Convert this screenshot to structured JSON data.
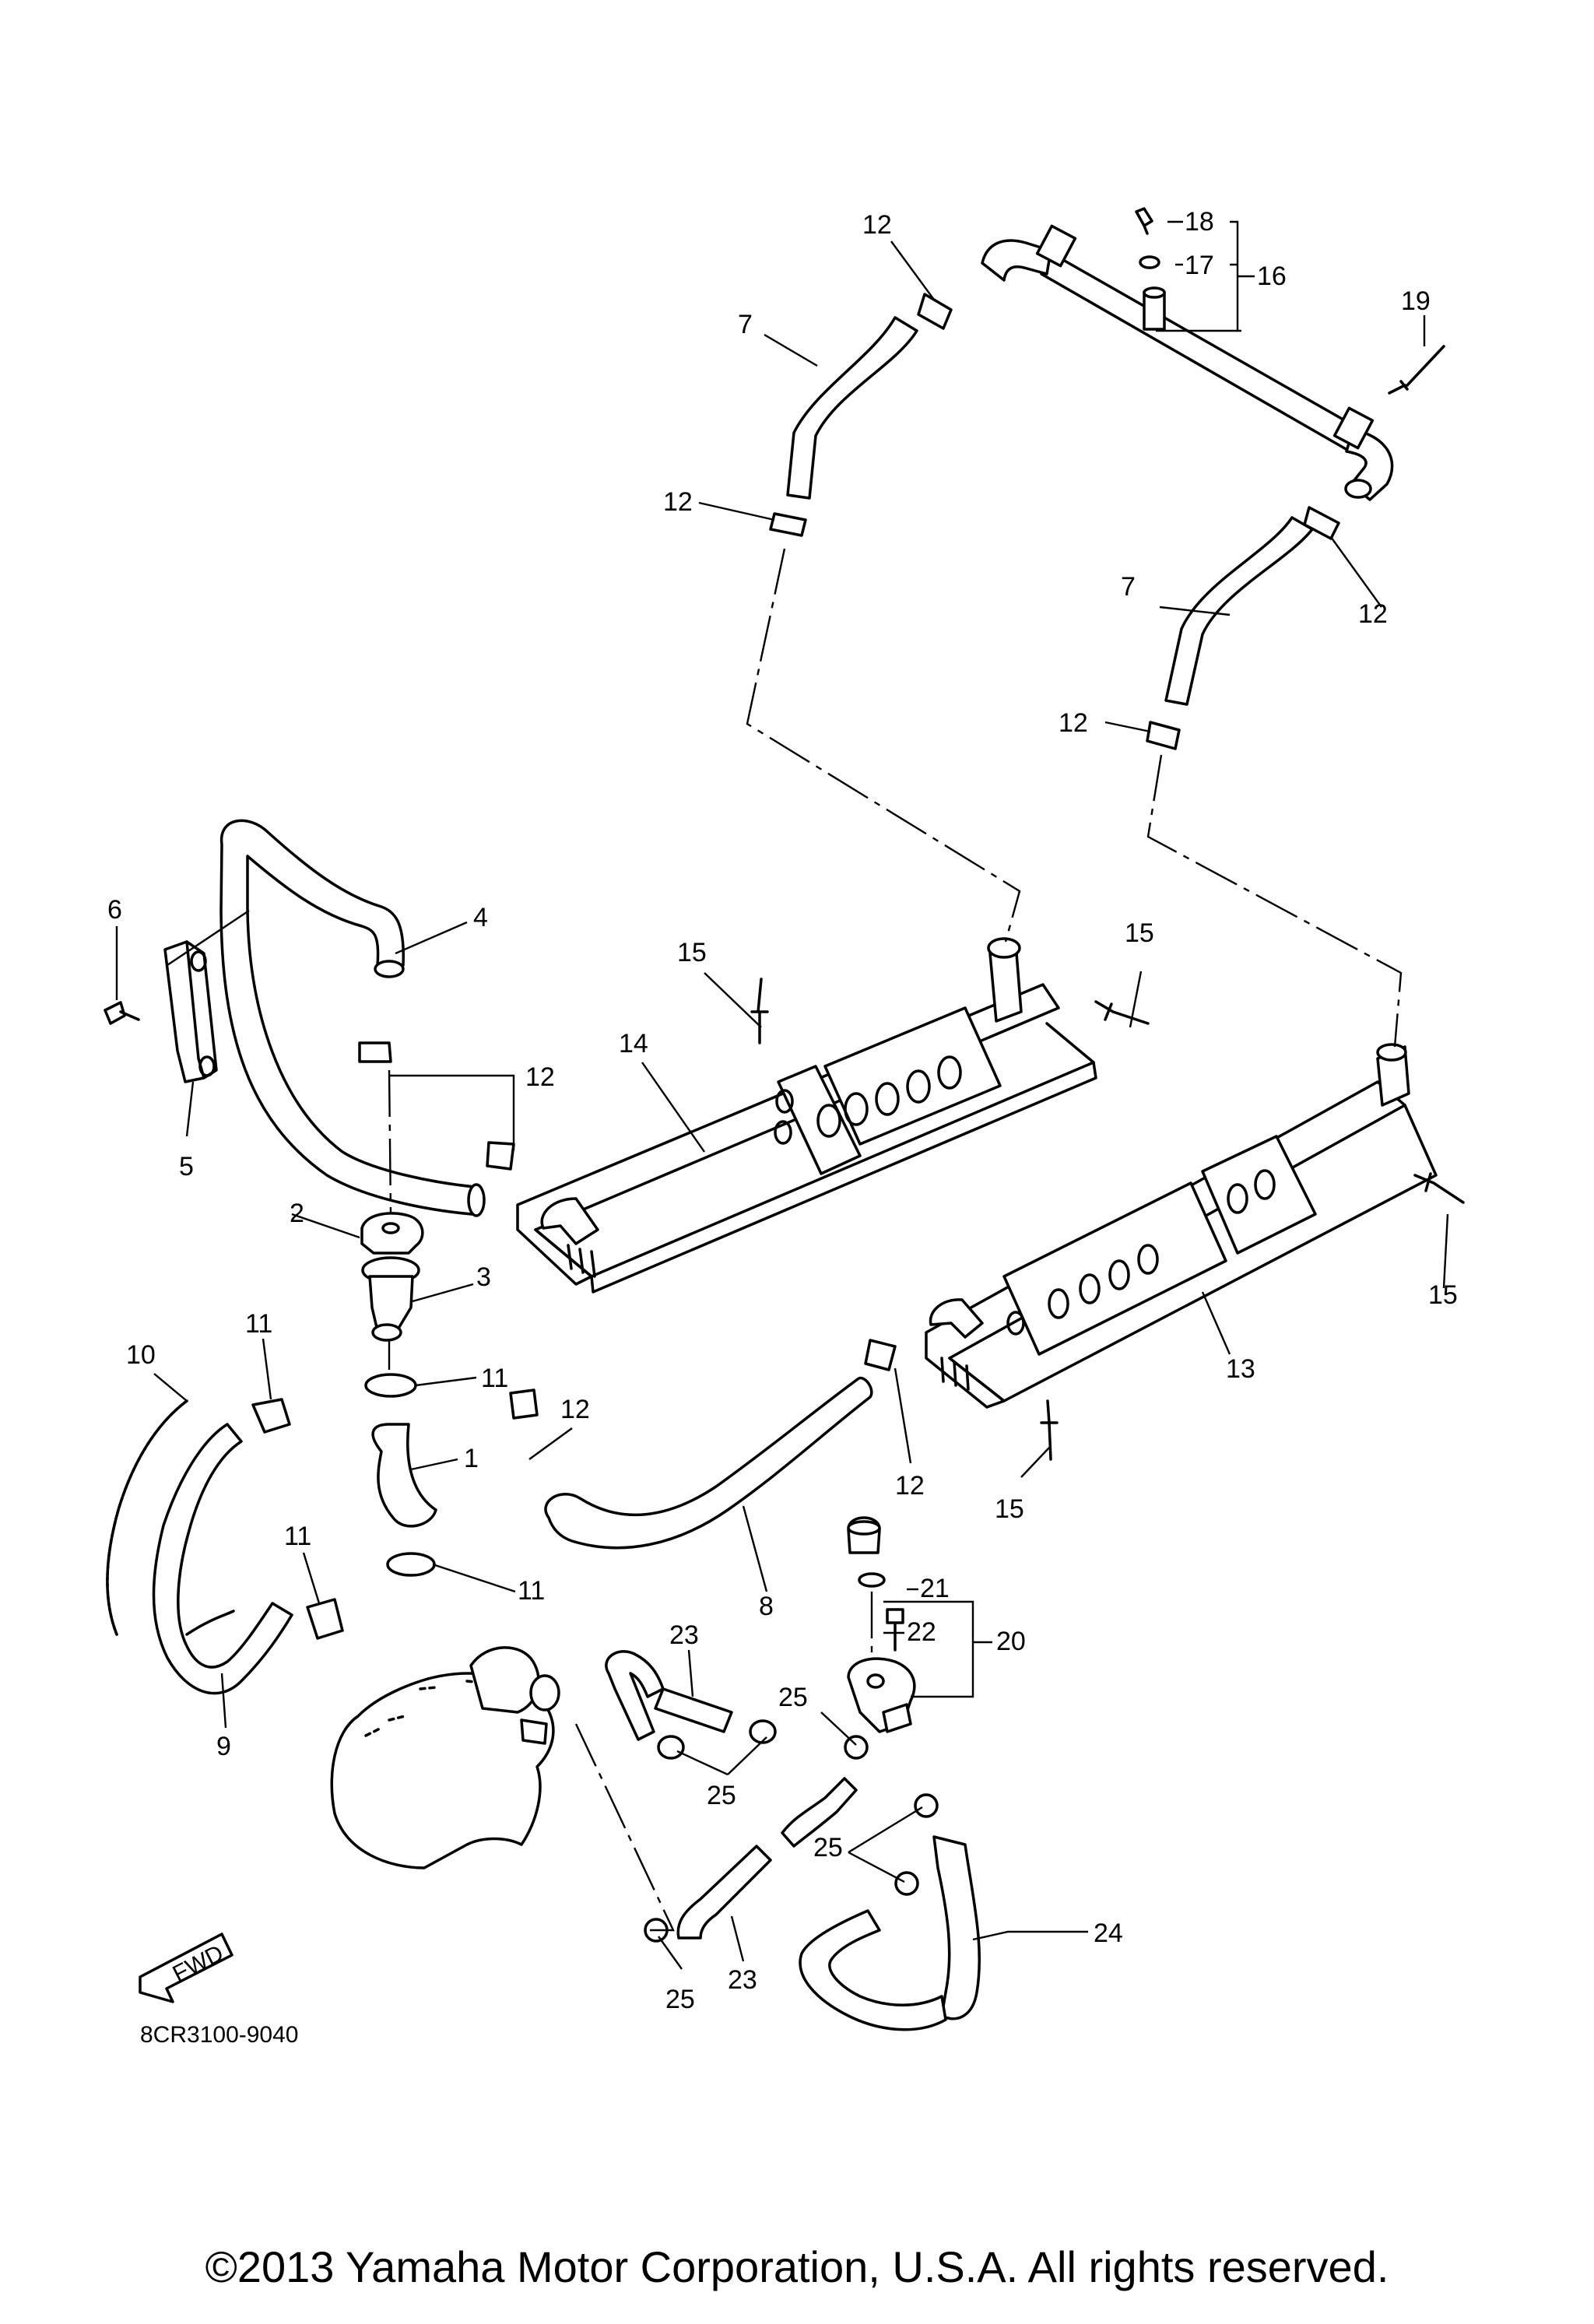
{
  "diagram": {
    "callouts": {
      "c1": "1",
      "c2": "2",
      "c3": "3",
      "c4": "4",
      "c5": "5",
      "c6": "6",
      "c7a": "7",
      "c7b": "7",
      "c8": "8",
      "c9": "9",
      "c10": "10",
      "c11a": "11",
      "c11b": "11",
      "c11c": "11",
      "c11d": "11",
      "c12a": "12",
      "c12b": "12",
      "c12c": "12",
      "c12d": "12",
      "c12e": "12",
      "c12f": "12",
      "c12g": "12",
      "c13": "13",
      "c14": "14",
      "c15a": "15",
      "c15b": "15",
      "c15c": "15",
      "c15d": "15",
      "c16": "16",
      "c17": "17",
      "c18": "18",
      "c19": "19",
      "c20": "20",
      "c21": "21",
      "c22": "22",
      "c23a": "23",
      "c23b": "23",
      "c24": "24",
      "c25a": "25",
      "c25b": "25",
      "c25c": "25",
      "c25d": "25"
    },
    "fwd_label": "FWD",
    "diagram_code": "8CR3100-9040",
    "copyright": "©2013 Yamaha Motor Corporation, U.S.A. All rights reserved."
  }
}
